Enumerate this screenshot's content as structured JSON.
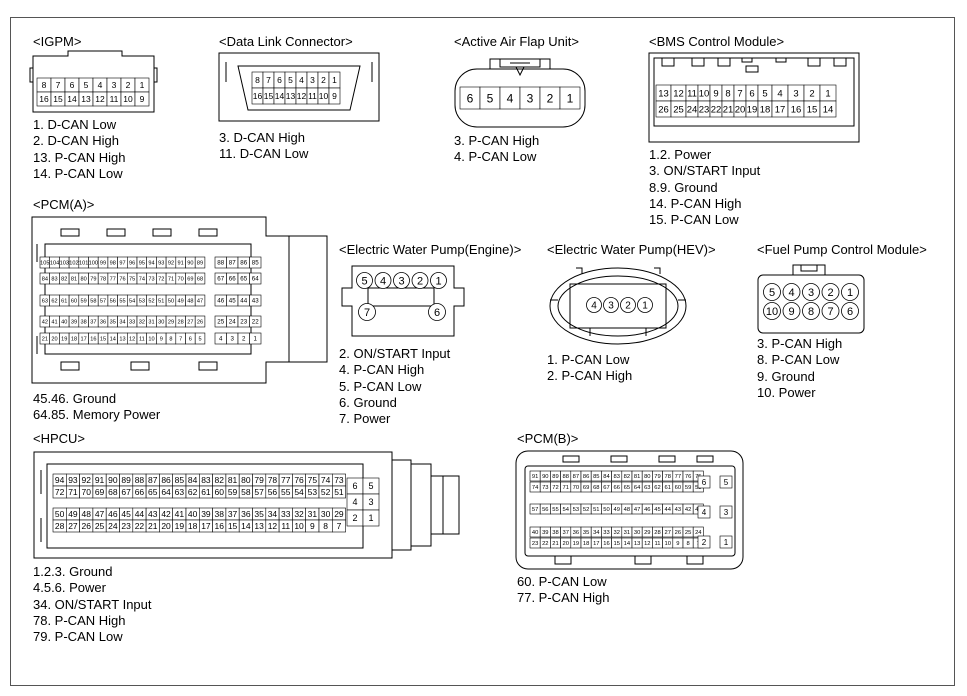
{
  "connectors": {
    "igpm": {
      "title": "<IGPM>",
      "rows": [
        [
          "8",
          "7",
          "6",
          "5",
          "4",
          "3",
          "2",
          "1"
        ],
        [
          "16",
          "15",
          "14",
          "13",
          "12",
          "11",
          "10",
          "9"
        ]
      ],
      "pins": [
        "1. D-CAN Low",
        "2. D-CAN High",
        "13. P-CAN High",
        "14. P-CAN Low"
      ]
    },
    "dlc": {
      "title": "<Data Link Connector>",
      "rows": [
        [
          "8",
          "7",
          "6",
          "5",
          "4",
          "3",
          "2",
          "1"
        ],
        [
          "16",
          "15",
          "14",
          "13",
          "12",
          "11",
          "10",
          "9"
        ]
      ],
      "pins": [
        "3. D-CAN High",
        "11. D-CAN Low"
      ]
    },
    "aafu": {
      "title": "<Active Air Flap Unit>",
      "rows": [
        [
          "6",
          "5",
          "4",
          "3",
          "2",
          "1"
        ]
      ],
      "pins": [
        "3. P-CAN High",
        "4. P-CAN Low"
      ]
    },
    "bms": {
      "title": "<BMS Control Module>",
      "row1": [
        "13",
        "12",
        "11",
        "10",
        "9",
        "8",
        "7",
        "6",
        "5",
        "4",
        "3",
        "2",
        "1"
      ],
      "row2": [
        "26",
        "25",
        "24",
        "23",
        "22",
        "21",
        "20",
        "19",
        "18",
        "17",
        "16",
        "15",
        "14"
      ],
      "pins": [
        "1.2. Power",
        "3. ON/START Input",
        "8.9. Ground",
        "14. P-CAN High",
        "15. P-CAN Low"
      ]
    },
    "pcma": {
      "title": "<PCM(A)>",
      "left_rows": [
        [
          "105",
          "104",
          "103",
          "102",
          "101",
          "100",
          "99",
          "98",
          "97",
          "96",
          "95",
          "94",
          "93",
          "92",
          "91",
          "90",
          "89"
        ],
        [
          "84",
          "83",
          "82",
          "81",
          "80",
          "79",
          "78",
          "77",
          "76",
          "75",
          "74",
          "73",
          "72",
          "71",
          "70",
          "69",
          "68"
        ],
        [
          "63",
          "62",
          "61",
          "60",
          "59",
          "58",
          "57",
          "56",
          "55",
          "54",
          "53",
          "52",
          "51",
          "50",
          "49",
          "48",
          "47"
        ],
        [
          "42",
          "41",
          "40",
          "39",
          "38",
          "37",
          "36",
          "35",
          "34",
          "33",
          "32",
          "31",
          "30",
          "29",
          "28",
          "27",
          "26"
        ],
        [
          "21",
          "20",
          "19",
          "18",
          "17",
          "16",
          "15",
          "14",
          "13",
          "12",
          "11",
          "10",
          "9",
          "8",
          "7",
          "6",
          "5"
        ]
      ],
      "right_rows": [
        [
          "88",
          "87",
          "86",
          "85"
        ],
        [
          "67",
          "66",
          "65",
          "64"
        ],
        [
          "46",
          "45",
          "44",
          "43"
        ],
        [
          "25",
          "24",
          "23",
          "22"
        ],
        [
          "4",
          "3",
          "2",
          "1"
        ]
      ],
      "pins": [
        "45.46. Ground",
        "64.85. Memory Power"
      ]
    },
    "ewp_engine": {
      "title": "<Electric Water Pump(Engine)>",
      "top_row": [
        "5",
        "4",
        "3",
        "2",
        "1"
      ],
      "left_pin": "7",
      "right_pin": "6",
      "pins": [
        "2. ON/START Input",
        "4. P-CAN High",
        "5. P-CAN Low",
        "6. Ground",
        "7. Power"
      ]
    },
    "ewp_hev": {
      "title": "<Electric Water Pump(HEV)>",
      "row": [
        "4",
        "3",
        "2",
        "1"
      ],
      "pins": [
        "1. P-CAN Low",
        "2. P-CAN High"
      ]
    },
    "fpcm": {
      "title": "<Fuel Pump Control Module>",
      "rows": [
        [
          "5",
          "4",
          "3",
          "2",
          "1"
        ],
        [
          "10",
          "9",
          "8",
          "7",
          "6"
        ]
      ],
      "pins": [
        "3. P-CAN High",
        "8. P-CAN Low",
        "9. Ground",
        "10. Power"
      ]
    },
    "hpcu": {
      "title": "<HPCU>",
      "rows": [
        [
          "94",
          "93",
          "92",
          "91",
          "90",
          "89",
          "88",
          "87",
          "86",
          "85",
          "84",
          "83",
          "82",
          "81",
          "80",
          "79",
          "78",
          "77",
          "76",
          "75",
          "74",
          "73"
        ],
        [
          "72",
          "71",
          "70",
          "69",
          "68",
          "67",
          "66",
          "65",
          "64",
          "63",
          "62",
          "61",
          "60",
          "59",
          "58",
          "57",
          "56",
          "55",
          "54",
          "53",
          "52",
          "51"
        ],
        [
          "50",
          "49",
          "48",
          "47",
          "46",
          "45",
          "44",
          "43",
          "42",
          "41",
          "40",
          "39",
          "38",
          "37",
          "36",
          "35",
          "34",
          "33",
          "32",
          "31",
          "30",
          "29"
        ],
        [
          "28",
          "27",
          "26",
          "25",
          "24",
          "23",
          "22",
          "21",
          "20",
          "19",
          "18",
          "17",
          "16",
          "15",
          "14",
          "13",
          "12",
          "11",
          "10",
          "9",
          "8",
          "7"
        ]
      ],
      "side_rows": [
        [
          "6",
          "5"
        ],
        [
          "4",
          "3"
        ],
        [
          "2",
          "1"
        ]
      ],
      "pins": [
        "1.2.3. Ground",
        "4.5.6. Power",
        "34. ON/START Input",
        "78. P-CAN High",
        "79. P-CAN Low"
      ]
    },
    "pcmb": {
      "title": "<PCM(B)>",
      "rows": [
        [
          "91",
          "90",
          "89",
          "88",
          "87",
          "86",
          "85",
          "84",
          "83",
          "82",
          "81",
          "80",
          "79",
          "78",
          "77",
          "76",
          "75"
        ],
        [
          "74",
          "73",
          "72",
          "71",
          "70",
          "69",
          "68",
          "67",
          "66",
          "65",
          "64",
          "63",
          "62",
          "61",
          "60",
          "59",
          "58"
        ],
        [
          "57",
          "56",
          "55",
          "54",
          "53",
          "52",
          "51",
          "50",
          "49",
          "48",
          "47",
          "46",
          "45",
          "44",
          "43",
          "42",
          "41"
        ],
        [
          "40",
          "39",
          "38",
          "37",
          "36",
          "35",
          "34",
          "33",
          "32",
          "31",
          "30",
          "29",
          "28",
          "27",
          "26",
          "25",
          "24"
        ],
        [
          "23",
          "22",
          "21",
          "20",
          "19",
          "18",
          "17",
          "16",
          "15",
          "14",
          "13",
          "12",
          "11",
          "10",
          "9",
          "8",
          "7"
        ]
      ],
      "side_rows": [
        [
          "6",
          "5"
        ],
        [
          "4",
          "3"
        ],
        [
          "2",
          "1"
        ]
      ],
      "pins": [
        "60. P-CAN Low",
        "77. P-CAN High"
      ]
    }
  }
}
